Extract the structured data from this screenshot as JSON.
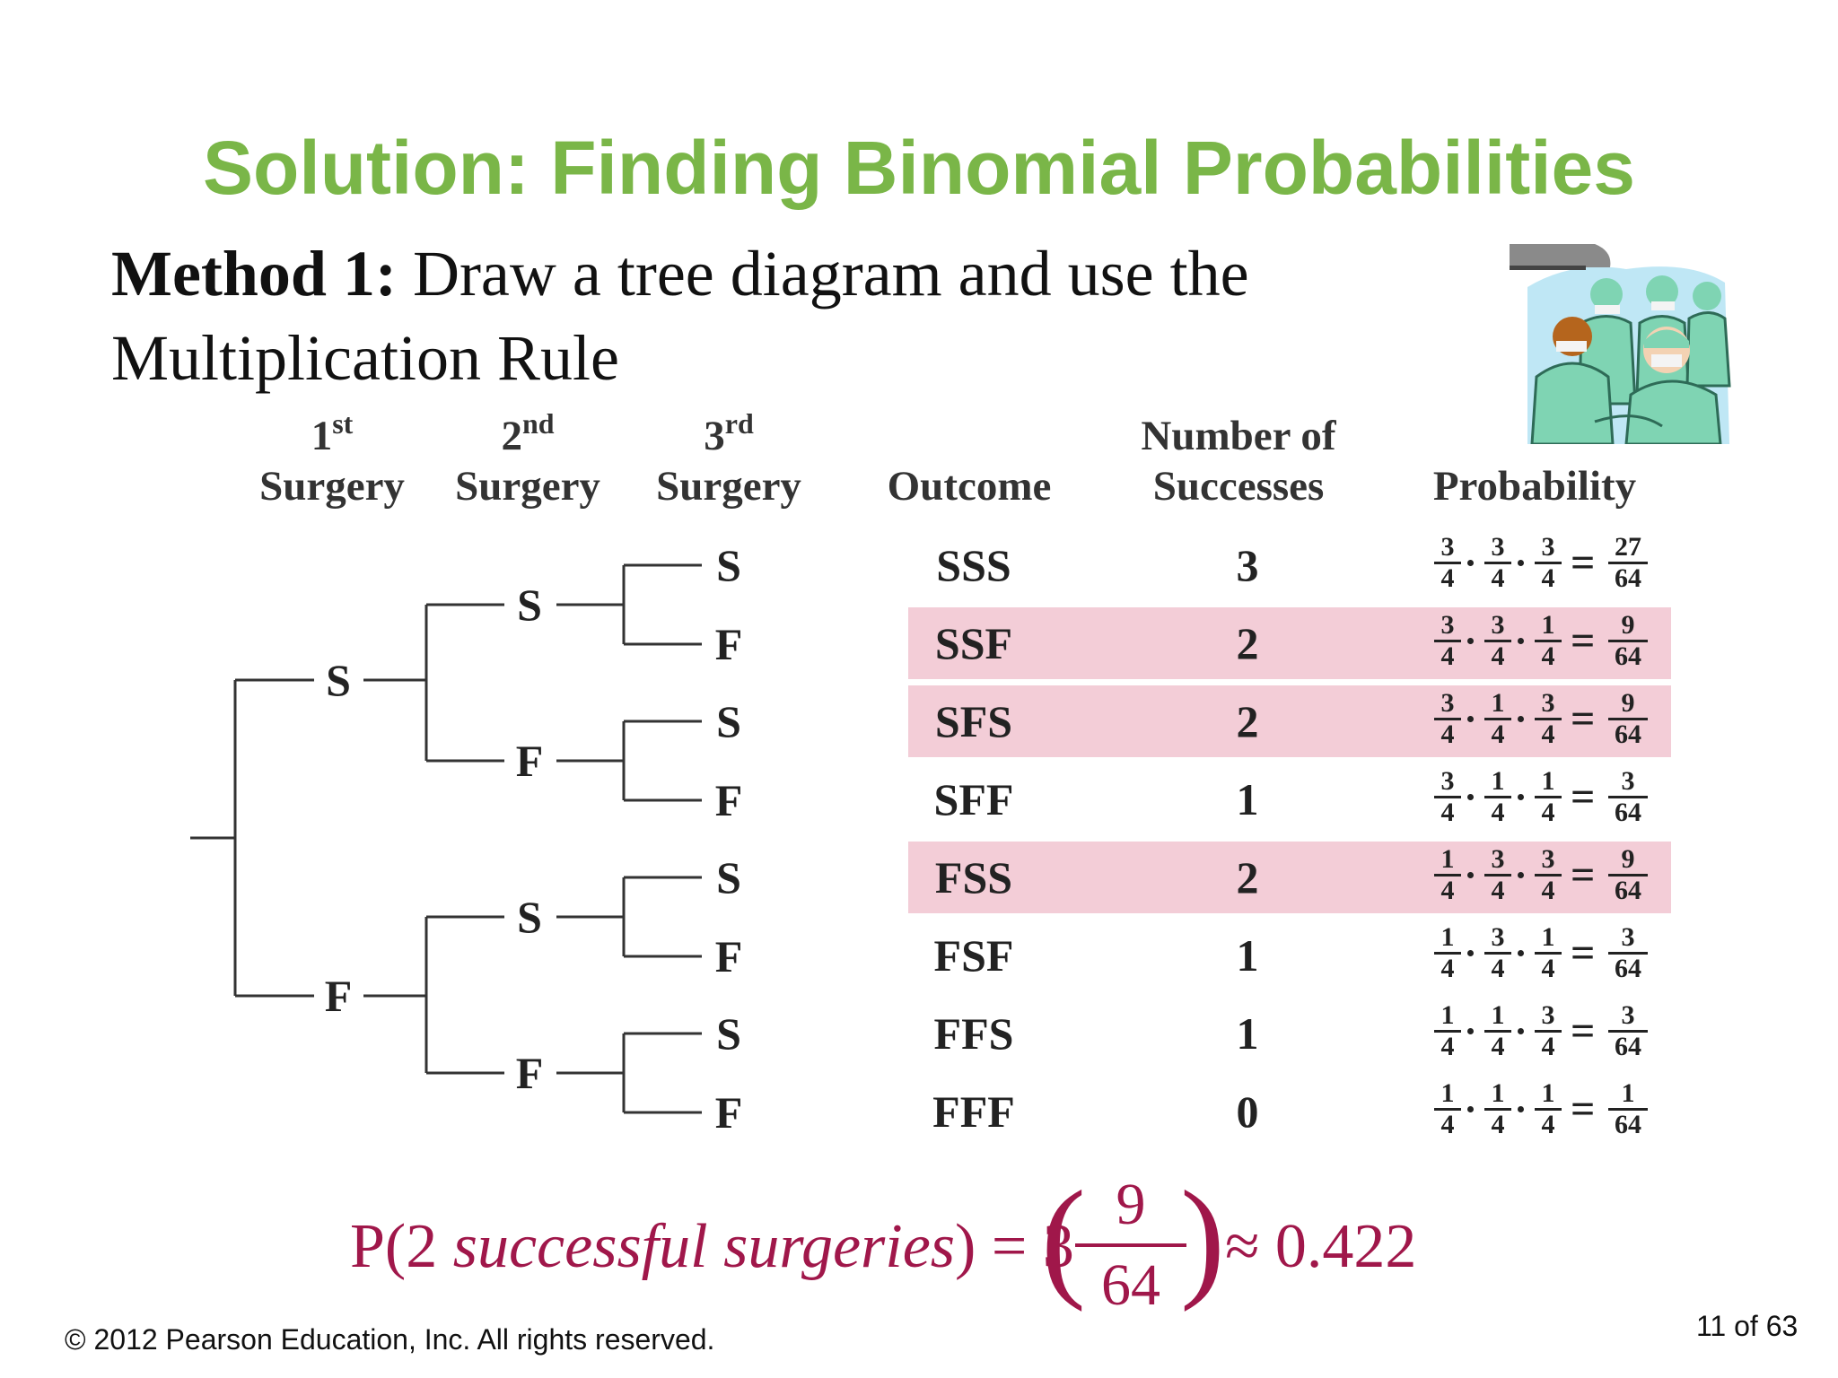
{
  "slide": {
    "title": "Solution: Finding Binomial Probabilities",
    "method_bold": "Method 1:",
    "method_text": " Draw a tree diagram and use the Multiplication Rule",
    "copyright": "© 2012 Pearson Education, Inc. All rights reserved.",
    "page": "11 of 63"
  },
  "headers": {
    "surgery1_num": "1",
    "surgery1_sup": "st",
    "surgery2_num": "2",
    "surgery2_sup": "nd",
    "surgery3_num": "3",
    "surgery3_sup": "rd",
    "surgery_word": "Surgery",
    "outcome": "Outcome",
    "successes_line1": "Number of",
    "successes_line2": "Successes",
    "probability": "Probability"
  },
  "tree": {
    "level1": [
      "S",
      "F"
    ],
    "level2": [
      "S",
      "F",
      "S",
      "F"
    ],
    "level3": [
      "S",
      "F",
      "S",
      "F",
      "S",
      "F",
      "S",
      "F"
    ]
  },
  "rows": [
    {
      "outcome": "SSS",
      "successes": "3",
      "factors": [
        [
          "3",
          "4"
        ],
        [
          "3",
          "4"
        ],
        [
          "3",
          "4"
        ]
      ],
      "result": [
        "27",
        "64"
      ],
      "highlight": false
    },
    {
      "outcome": "SSF",
      "successes": "2",
      "factors": [
        [
          "3",
          "4"
        ],
        [
          "3",
          "4"
        ],
        [
          "1",
          "4"
        ]
      ],
      "result": [
        "9",
        "64"
      ],
      "highlight": true
    },
    {
      "outcome": "SFS",
      "successes": "2",
      "factors": [
        [
          "3",
          "4"
        ],
        [
          "1",
          "4"
        ],
        [
          "3",
          "4"
        ]
      ],
      "result": [
        "9",
        "64"
      ],
      "highlight": true
    },
    {
      "outcome": "SFF",
      "successes": "1",
      "factors": [
        [
          "3",
          "4"
        ],
        [
          "1",
          "4"
        ],
        [
          "1",
          "4"
        ]
      ],
      "result": [
        "3",
        "64"
      ],
      "highlight": false
    },
    {
      "outcome": "FSS",
      "successes": "2",
      "factors": [
        [
          "1",
          "4"
        ],
        [
          "3",
          "4"
        ],
        [
          "3",
          "4"
        ]
      ],
      "result": [
        "9",
        "64"
      ],
      "highlight": true
    },
    {
      "outcome": "FSF",
      "successes": "1",
      "factors": [
        [
          "1",
          "4"
        ],
        [
          "3",
          "4"
        ],
        [
          "1",
          "4"
        ]
      ],
      "result": [
        "3",
        "64"
      ],
      "highlight": false
    },
    {
      "outcome": "FFS",
      "successes": "1",
      "factors": [
        [
          "1",
          "4"
        ],
        [
          "1",
          "4"
        ],
        [
          "3",
          "4"
        ]
      ],
      "result": [
        "3",
        "64"
      ],
      "highlight": false
    },
    {
      "outcome": "FFF",
      "successes": "0",
      "factors": [
        [
          "1",
          "4"
        ],
        [
          "1",
          "4"
        ],
        [
          "1",
          "4"
        ]
      ],
      "result": [
        "1",
        "64"
      ],
      "highlight": false
    }
  ],
  "formula": {
    "p_open": "P(2 ",
    "italic": "successful surgeries",
    "p_close": ") = 3",
    "frac_num": "9",
    "frac_den": "64",
    "approx": "≈ 0.422"
  },
  "colors": {
    "title": "#7ab648",
    "highlight": "#f3cdd7",
    "formula": "#a0174a"
  },
  "clipart": {
    "icon": "surgeons-clipart-icon"
  }
}
